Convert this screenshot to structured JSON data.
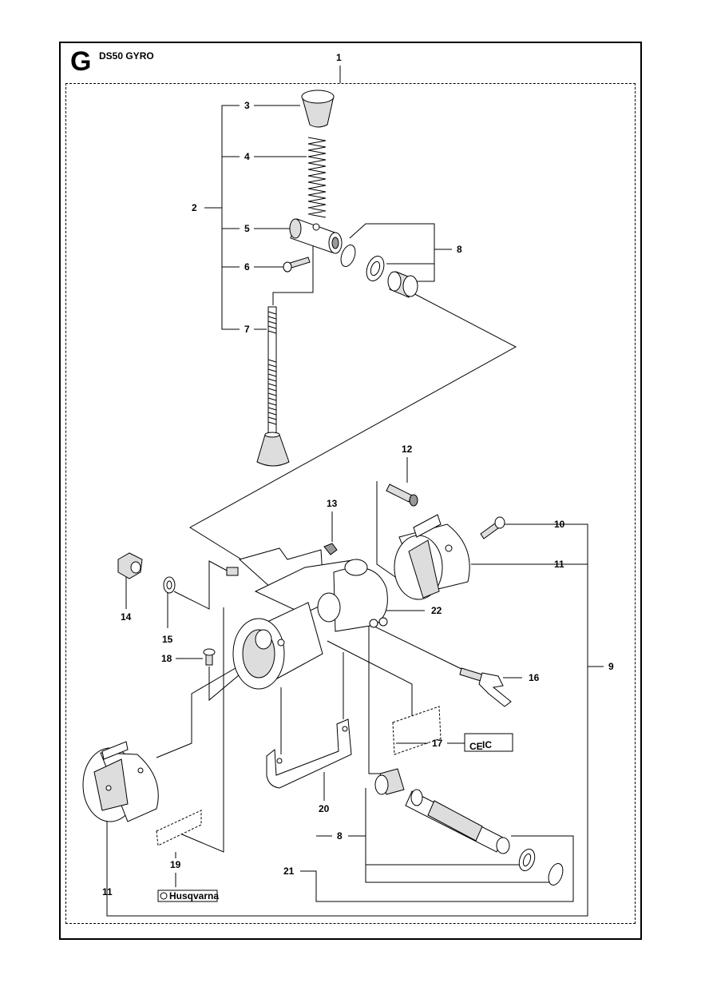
{
  "header": {
    "section_letter": "G",
    "title": "DS50 GYRO"
  },
  "callouts": [
    "1",
    "2",
    "3",
    "4",
    "5",
    "6",
    "7",
    "8",
    "8",
    "9",
    "10",
    "11",
    "11",
    "12",
    "13",
    "14",
    "15",
    "16",
    "17",
    "18",
    "19",
    "20",
    "21",
    "22"
  ],
  "logo": {
    "text": "Husqvarna"
  },
  "label": {
    "mark": "CE",
    "line": "IC"
  }
}
